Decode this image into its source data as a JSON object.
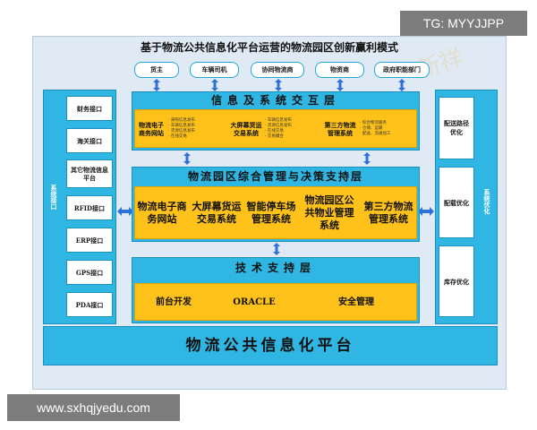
{
  "title": "基于物流公共信息化平台运营的物流园区创新赢利模式",
  "watermark": "新祥",
  "top_boxes": [
    "货主",
    "车辆司机",
    "协同物流商",
    "物资商",
    "政府职能部门"
  ],
  "left_panel": {
    "label": "系统接口",
    "items": [
      "财务接口",
      "海关接口",
      "其它物流信息平台",
      "RFID接口",
      "ERP接口",
      "GPS接口",
      "PDA接口"
    ]
  },
  "right_panel": {
    "label": "系统优化",
    "items": [
      "配送路径优化",
      "配载优化",
      "库存优化"
    ]
  },
  "layer1": {
    "title": "信息及系统交互层",
    "cells": [
      {
        "name": "物流电子商务网站",
        "details": [
          "· 采购信息发布",
          "· 车辆信息发布",
          "· 货源信息发布",
          "· 在线交易"
        ]
      },
      {
        "name": "大屏幕货运交易系统",
        "details": [
          "· 车辆信息发布",
          "· 货源信息发布",
          "· 在线交易",
          "· 交易撮合"
        ]
      },
      {
        "name": "第三方物流管理系统",
        "details": [
          "· 综合物流服务",
          "· 仓储、运输",
          "· 配送、流通加工"
        ]
      }
    ]
  },
  "layer2": {
    "title": "物流园区综合管理与决策支持层",
    "cells": [
      "物流电子商务网站",
      "大屏幕货运交易系统",
      "智能停车场管理系统",
      "物流园区公共物业管理系统",
      "第三方物流管理系统"
    ]
  },
  "layer3": {
    "title": "技术支持层",
    "cells": [
      "前台开发",
      "ORACLE",
      "安全管理"
    ]
  },
  "bottom": "物流公共信息化平台",
  "overlays": {
    "tg": "TG: MYYJJPP",
    "site": "www.sxhqjyedu.com"
  }
}
